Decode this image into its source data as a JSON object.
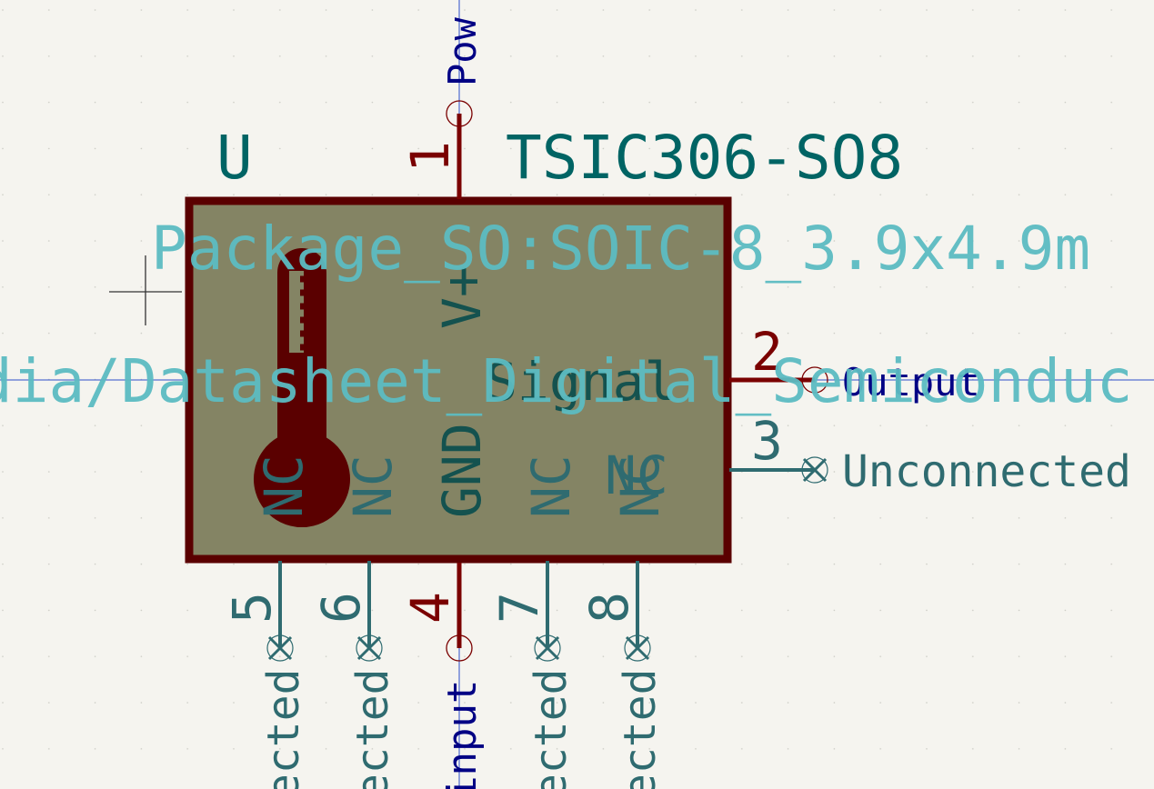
{
  "symbol": {
    "reference": "U",
    "value": "TSIC306-SO8",
    "footprint": "Package_SO:SOIC-8_3.9x4.9m",
    "datasheet": "dia/Datasheet_Digital_Semiconduc",
    "body_color": "#848464",
    "outline_color": "#840000",
    "pin_color": "#840000",
    "nc_pin_color": "#2f6b70",
    "field_color": "#006464",
    "hidden_field_color": "#5cbcc2",
    "net_color": "#000084",
    "icon": "thermometer-icon"
  },
  "pins": [
    {
      "number": "1",
      "name": "V+",
      "type": "Power",
      "nc": false
    },
    {
      "number": "2",
      "name": "Signal",
      "type": "Output",
      "nc": false
    },
    {
      "number": "3",
      "name": "NC",
      "type": "Unconnected",
      "nc": true
    },
    {
      "number": "4",
      "name": "GND",
      "type": "Input",
      "nc": false
    },
    {
      "number": "5",
      "name": "NC",
      "type": "Unconnected",
      "nc": true
    },
    {
      "number": "6",
      "name": "NC",
      "type": "Unconnected",
      "nc": true
    },
    {
      "number": "7",
      "name": "NC",
      "type": "Unconnected",
      "nc": true
    },
    {
      "number": "8",
      "name": "NC",
      "type": "Unconnected",
      "nc": true
    }
  ],
  "bottom_pin_labels": [
    "ected",
    "ected",
    "input",
    "ected",
    "ected"
  ],
  "top_pin_label": "Pow"
}
